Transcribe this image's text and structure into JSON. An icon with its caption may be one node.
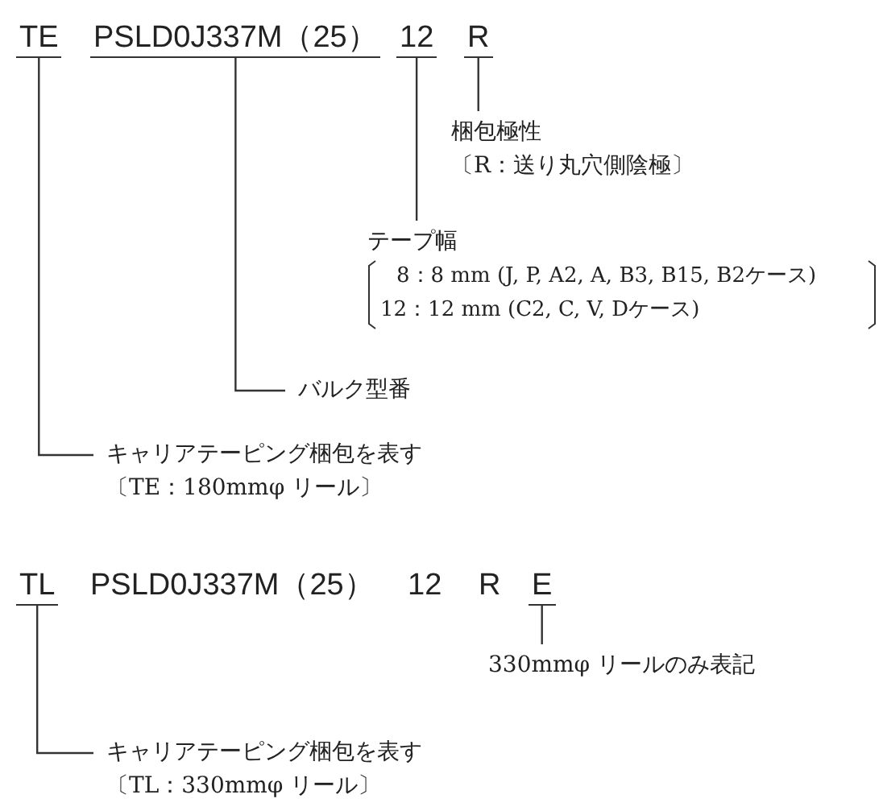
{
  "diagram": {
    "nodes": [
      {
        "text": [
          "TE"
        ]
      },
      {
        "text": [
          "PSLD0J337M（25）"
        ]
      },
      {
        "text": [
          "12"
        ]
      },
      {
        "text": [
          "R"
        ]
      },
      {
        "text": [
          "梱包極性",
          "〔R：送り丸穴側陰極〕"
        ]
      },
      {
        "text": [
          "テープ幅",
          "8：8 mm (J, P, A2, A, B3, B15, B2ケース)",
          "12：12 mm (C2, C, V, Dケース)"
        ]
      },
      {
        "text": [
          "バルク型番"
        ]
      },
      {
        "text": [
          "キャリアテーピング梱包を表す",
          "〔TE：180mmφ リール〕"
        ]
      },
      {
        "text": [
          "TL"
        ]
      },
      {
        "text": [
          "E"
        ]
      },
      {
        "text": [
          "330mmφ リールのみ表記"
        ]
      },
      {
        "text": [
          "キャリアテーピング梱包を表す",
          "〔TL：330mmφ リール〕"
        ]
      }
    ],
    "edges": [
      {
        "from": 0,
        "to": 7,
        "arrow": "none"
      },
      {
        "from": 1,
        "to": 6,
        "arrow": "none"
      },
      {
        "from": 2,
        "to": 5,
        "arrow": "none"
      },
      {
        "from": 3,
        "to": 4,
        "arrow": "none"
      },
      {
        "from": 8,
        "to": 11,
        "arrow": "none"
      },
      {
        "from": 9,
        "to": 10,
        "arrow": "none"
      }
    ],
    "labels": [
      "PSLD0J337M（25）",
      "12",
      "R"
    ]
  }
}
